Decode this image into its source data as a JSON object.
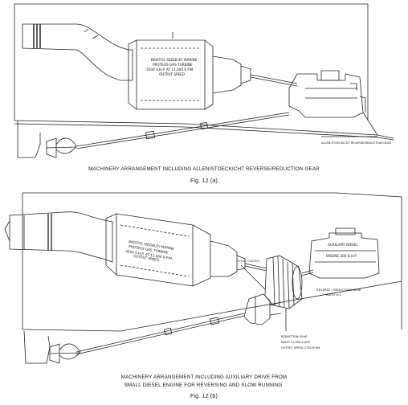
{
  "figure_a": {
    "caption": "MACHINERY ARRANGEMENT INCLUDING ALLEN/STOECKICHT REVERSE/REDUCTION GEAR",
    "label": "Fig. 12 (a)",
    "engine_label_1": "BRISTOL SIDDELEY MARINE",
    "engine_label_2": "PROTEUS GAS TURBINE",
    "engine_label_3": "3500 S.H.P. AT 11,000 R.P.M.",
    "engine_label_4": "OUTPUT SPEED",
    "gear_note": "ALLEN-STOECKICHT REVERSE/REDUCTION GEAR"
  },
  "figure_b": {
    "caption_line1": "MACHINERY ARRANGEMENT INCLUDING AUXILIARY DRIVE FROM",
    "caption_line2": "SMALL DIESEL ENGINE FOR REVERSING AND SLOW RUNNING.",
    "label": "Fig. 12 (b)",
    "engine_label_1": "BRISTOL SIDDELEY MARINE",
    "engine_label_2": "PROTEUS GAS TURBINE",
    "engine_label_3": "3500 S.H.P. AT 11,000 R.P.M.",
    "engine_label_4": "OUTPUT SPEED",
    "coupling_label": "S.S.S. CLUTCH",
    "diesel_label_1": "AUXILIARY DIESEL",
    "diesel_label_2": "ENGINE 300 B.H.P.",
    "reverse_label_1": "REVERSE / REDUCTION GEAR",
    "reverse_label_2": "RATIO 4:1",
    "note_1": "REDUCTION GEAR",
    "note_2": "RATIO 11,000:4,000",
    "note_3": "OUTPUT SPEED 2750 R.P.M."
  }
}
